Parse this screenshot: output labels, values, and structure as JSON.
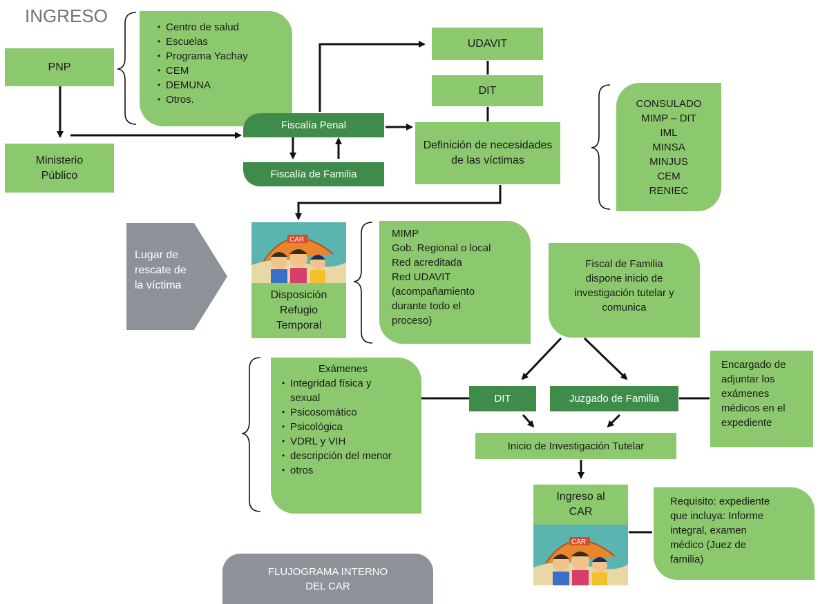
{
  "title": "INGRESO",
  "pnp": "PNP",
  "ministerio": [
    "Ministerio",
    "Público"
  ],
  "derivers": [
    "Centro de salud",
    "Escuelas",
    "Programa Yachay",
    "CEM",
    "DEMUNA",
    "Otros."
  ],
  "fiscalia_penal": "Fiscalía Penal",
  "fiscalia_familia": "Fiscalía de Familia",
  "udavit": "UDAVIT",
  "dit_top": "DIT",
  "definicion": [
    "Definición de necesidades",
    "de las víctimas"
  ],
  "institutions": [
    "CONSULADO",
    "MIMP – DIT",
    "IML",
    "MINSA",
    "MINJUS",
    "CEM",
    "RENIEC"
  ],
  "rescue": [
    "Lugar de",
    "rescate de",
    "la víctima"
  ],
  "car_logo_text": "CAR",
  "refugio": [
    "Disposición",
    "Refugio",
    "Temporal"
  ],
  "providers": [
    "MIMP",
    "Gob. Regional o local",
    "Red acreditada",
    "Red UDAVIT",
    "(acompañamiento",
    "durante todo el",
    "proceso)"
  ],
  "fiscal_familia": [
    "Fiscal de Familia",
    "dispone inicio de",
    "investigación tutelar y",
    "comunica"
  ],
  "examenes_title": "Exámenes",
  "examenes": [
    "Integridad física y sexual",
    "Psicosomático",
    "Psicológica",
    "VDRL y VIH",
    "descripción del menor",
    "otros"
  ],
  "dit_mid": "DIT",
  "juzgado": "Juzgado de Familia",
  "encargado": [
    "Encargado de",
    "adjuntar los",
    "exámenes",
    "médicos en el",
    "expediente"
  ],
  "inicio": "Inicio de Investigación Tutelar",
  "ingreso_car": [
    "Ingreso al",
    "CAR"
  ],
  "requisito": [
    "Requisito: expediente",
    "que incluya: Informe",
    "integral, examen",
    "médico (Juez de",
    "familia)"
  ],
  "flujograma": [
    "FLUJOGRAMA INTERNO",
    "DEL CAR"
  ]
}
